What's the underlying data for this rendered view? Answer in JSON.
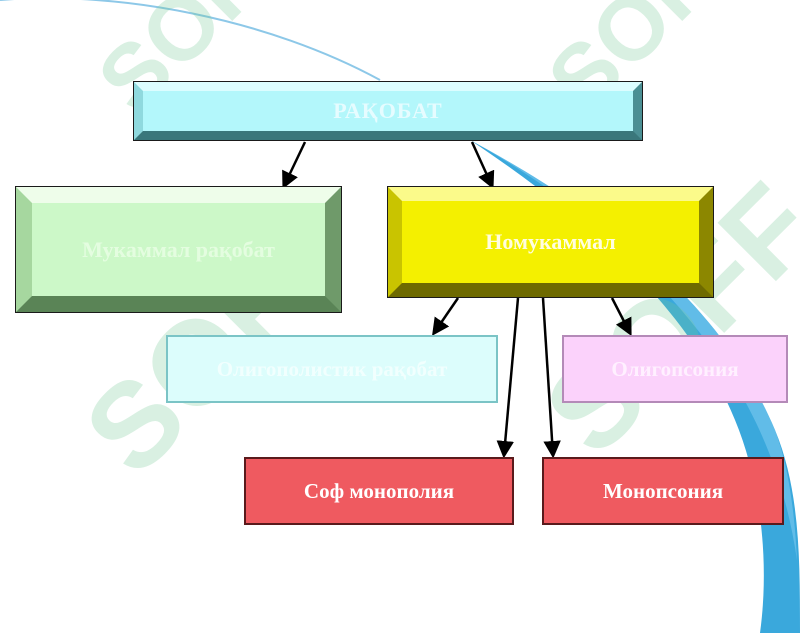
{
  "diagram": {
    "top_box": {
      "label": "РАҚОБАТ"
    },
    "left_box": {
      "label": "Мукаммал рақобат"
    },
    "right_box": {
      "label": "Номукаммал"
    },
    "children": [
      {
        "label": "Олигополистик рақобат"
      },
      {
        "label": "Олигопсония"
      },
      {
        "label": "Соф монополия"
      },
      {
        "label": "Монопсония"
      }
    ]
  },
  "watermark": {
    "text": "SOFF"
  },
  "colors": {
    "top_box": "#b3f7fb",
    "left_box": "#ccf8c8",
    "right_box": "#f4f000",
    "red_boxes": "#ef5a60",
    "cyan_light": "#dcfdfc",
    "pink_light": "#fbd2fb",
    "swoosh": "#3aa8dc"
  }
}
